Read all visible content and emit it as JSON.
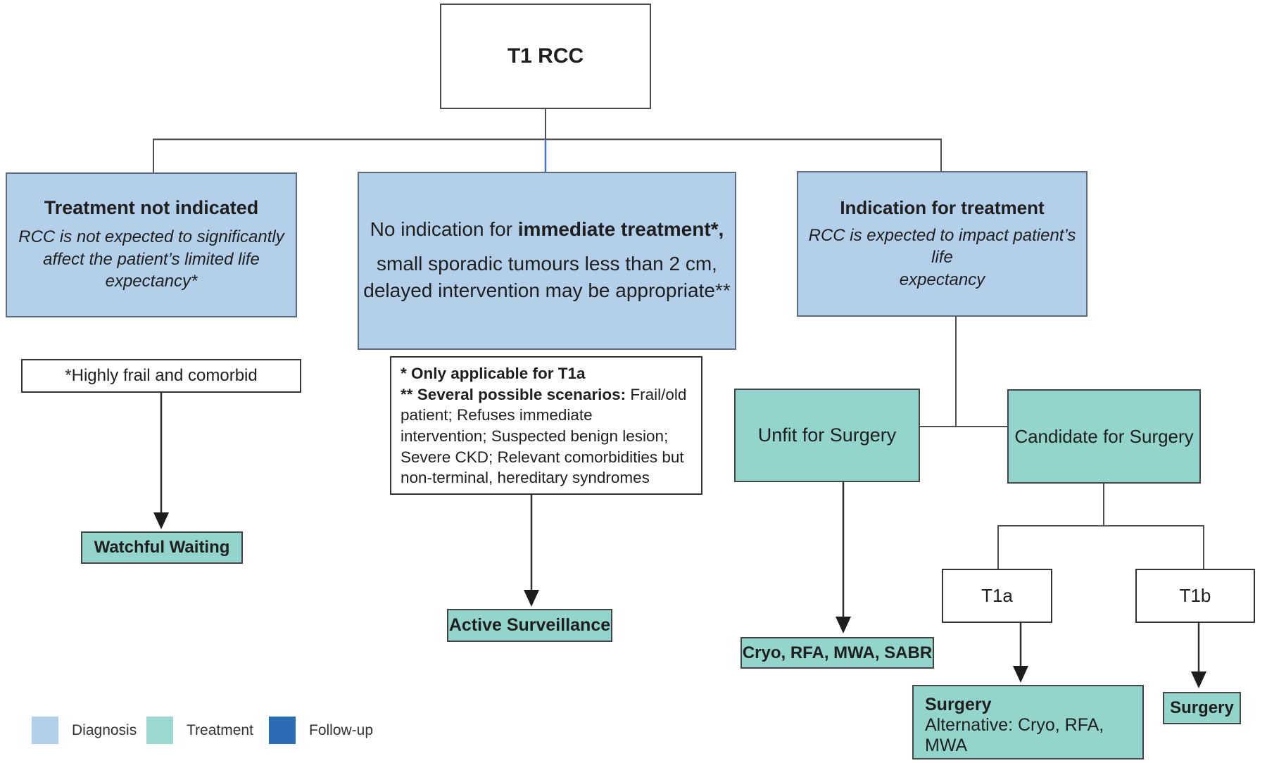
{
  "figure": {
    "type": "clinical-decision-flowchart",
    "root_label": "T1 RCC"
  },
  "branches": {
    "left": {
      "title": "Treatment not indicated",
      "subtitle": "RCC is not expected to significantly\naffect the patient’s limited life\nexpectancy*"
    },
    "middle": {
      "line1_regular": "No indication for ",
      "line1_bold": "immediate treatment*,",
      "line2": "small sporadic tumours less than 2 cm,\ndelayed intervention may be appropriate**"
    },
    "right": {
      "title": "Indication for treatment",
      "subtitle": "RCC is expected to impact patient’s life\nexpectancy"
    }
  },
  "notes": {
    "frail": "*Highly frail and comorbid",
    "scenarios_line1": "* Only applicable for T1a\n",
    "scenarios_bold": "** Several possible scenarios:",
    "scenarios_rest": " Frail/old\npatient; Refuses immediate\nintervention; Suspected benign lesion;\nSevere CKD; Relevant comorbidities but\nnon-terminal, hereditary syndromes"
  },
  "decisions": {
    "unfit": "Unfit for Surgery",
    "candidate": "Candidate for Surgery",
    "t1a": "T1a",
    "t1b": "T1b"
  },
  "outcomes": {
    "watchful": "Watchful Waiting",
    "active_surveillance": "Active Surveillance",
    "ablation": "Cryo, RFA, MWA, SABR",
    "surgery_t1a_title": "Surgery",
    "surgery_t1a_alt": "Alternative: Cryo, RFA, MWA",
    "surgery_t1b": "Surgery"
  },
  "legend": [
    {
      "label": "Diagnosis",
      "color": "#b3cee9"
    },
    {
      "label": "Treatment",
      "color": "#9cd8d0"
    },
    {
      "label": "Follow-up",
      "color": "#2b6cb3"
    }
  ],
  "colors": {
    "diagnosis_fill": "#b3cfe9",
    "treatment_fill": "#93d4cd",
    "followup_fill": "#2b6cb3",
    "connector": "#5a5a5a",
    "middle_branch_accent": "#4472c4",
    "arrow": "#2e2e2e"
  }
}
